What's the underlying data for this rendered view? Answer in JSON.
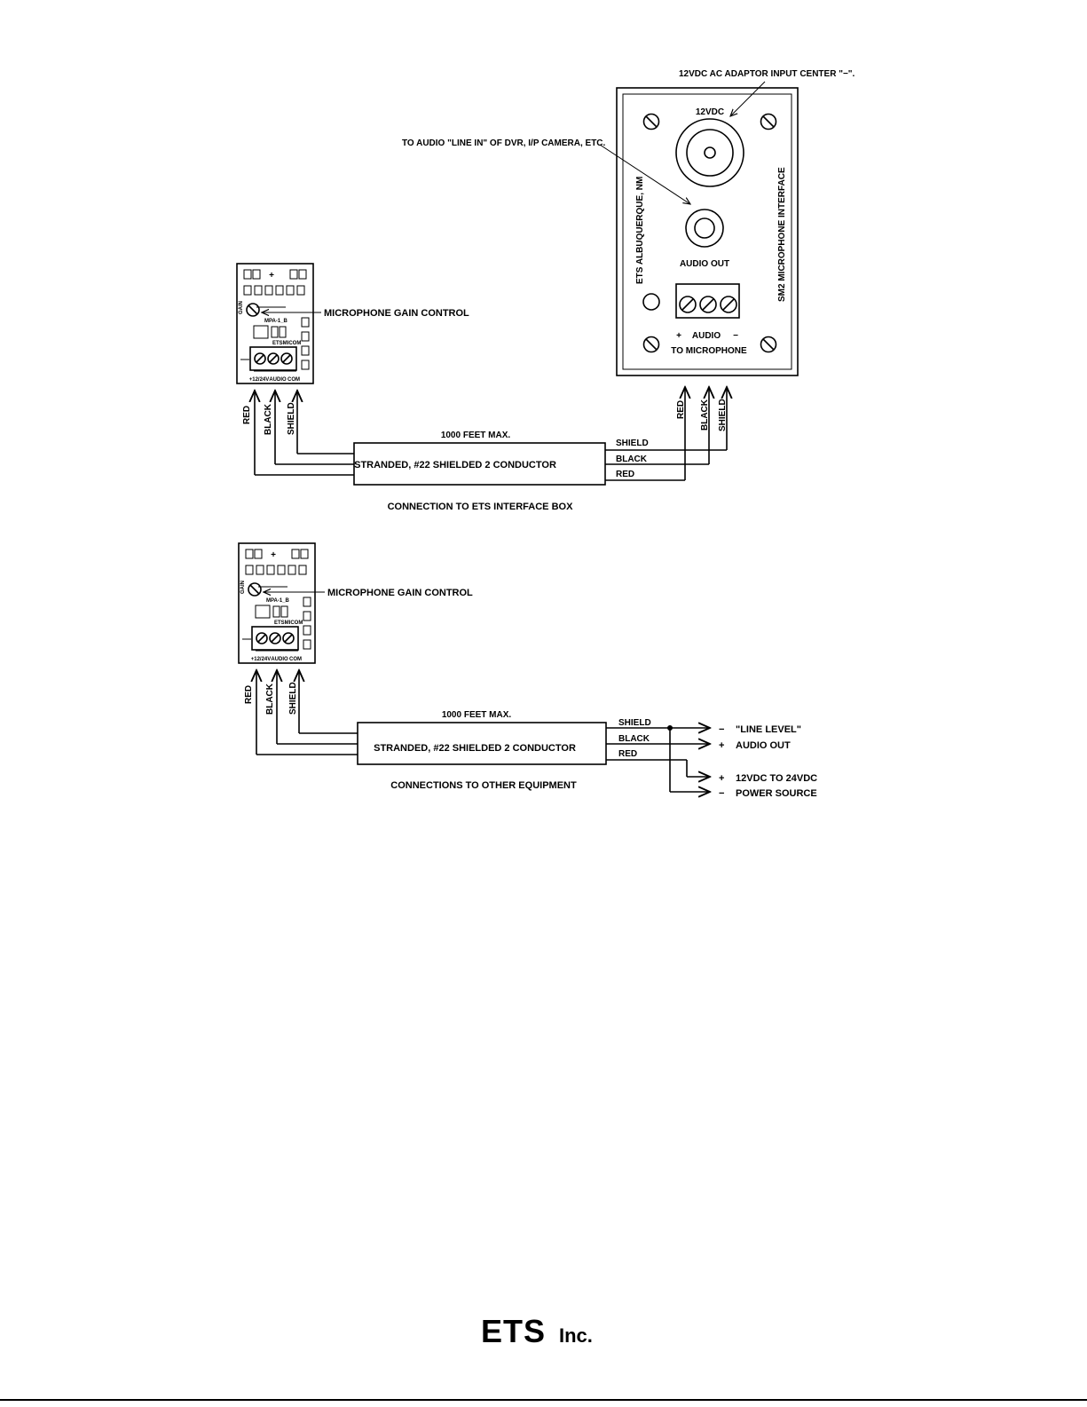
{
  "interface_box": {
    "adaptor_callout": "12VDC AC ADAPTOR INPUT CENTER \"−\".",
    "jack_label": "12VDC",
    "line_in_callout": "TO AUDIO \"LINE IN\" OF DVR, I/P CAMERA, ETC.",
    "audio_out_label": "AUDIO OUT",
    "side_label_left": "ETS  ALBUQUERQUE, NM",
    "side_label_right": "SM2 MICROPHONE INTERFACE",
    "terminal_plus": "+",
    "terminal_audio": "AUDIO",
    "terminal_minus": "−",
    "to_microphone": "TO MICROPHONE"
  },
  "mic_board": {
    "gain_callout": "MICROPHONE GAIN CONTROL",
    "model": "MPA-1_B",
    "bus_label": "ETSMICOM",
    "gain_tag": "GAIN",
    "term_12v": "+12/24V",
    "term_audio": "AUDIO",
    "term_com": "COM",
    "plus_mark": "+"
  },
  "wires": {
    "red": "RED",
    "black": "BLACK",
    "shield": "SHIELD"
  },
  "diagram1": {
    "length_label": "1000 FEET MAX.",
    "cable_label": "STRANDED, #22 SHIELDED 2 CONDUCTOR",
    "caption": "CONNECTION TO ETS INTERFACE BOX"
  },
  "diagram2": {
    "length_label": "1000 FEET MAX.",
    "cable_label": "STRANDED, #22 SHIELDED 2 CONDUCTOR",
    "caption": "CONNECTIONS TO OTHER EQUIPMENT",
    "out_minus": "−",
    "out_plus": "+",
    "line_level": "\"LINE LEVEL\"",
    "audio_out": "AUDIO OUT",
    "pwr_plus": "+",
    "pwr_minus": "−",
    "pwr_range": "12VDC  TO  24VDC",
    "pwr_source": "POWER SOURCE"
  },
  "logo": {
    "main": "ETS",
    "suffix": "Inc."
  }
}
